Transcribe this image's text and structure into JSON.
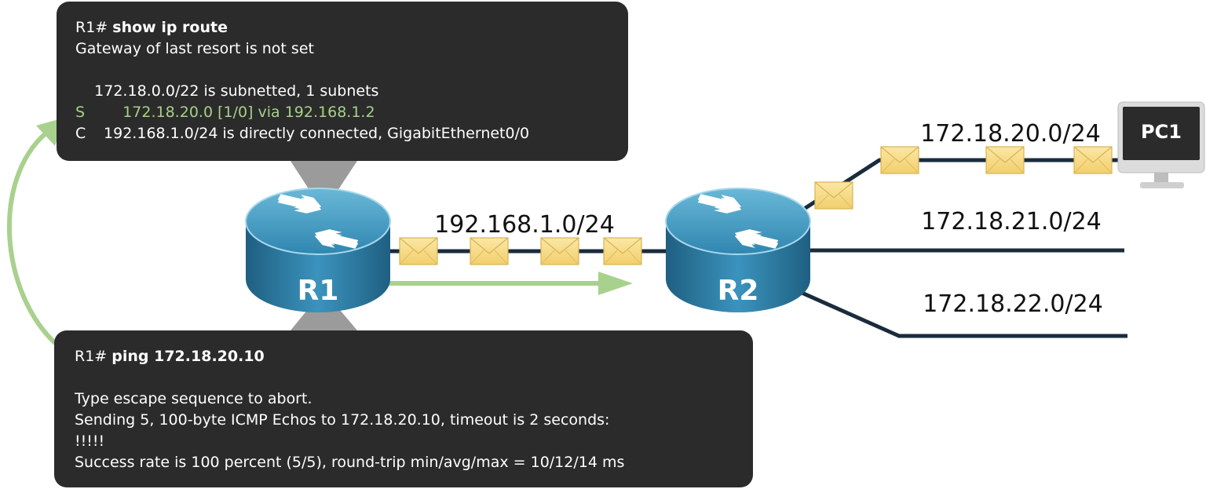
{
  "routers": {
    "r1": {
      "label": "R1"
    },
    "r2": {
      "label": "R2"
    }
  },
  "pc": {
    "label": "PC1"
  },
  "networks": {
    "link_r1_r2": "192.168.1.0/24",
    "net_20": "172.18.20.0/24",
    "net_21": "172.18.21.0/24",
    "net_22": "172.18.22.0/24"
  },
  "route_table": {
    "prompt": "R1#",
    "command": "show ip route",
    "lines": [
      "Gateway of last resort is not set",
      "",
      "172.18.0.0/22 is subnetted, 1 subnets"
    ],
    "static_route": {
      "code": "S",
      "text": "172.18.20.0 [1/0] via 192.168.1.2"
    },
    "connected_route": {
      "code": "C",
      "text": "192.168.1.0/24 is directly connected, GigabitEthernet0/0"
    }
  },
  "ping_output": {
    "prompt": "R1#",
    "command": "ping 172.18.20.10",
    "lines": [
      "",
      "Type escape sequence to abort.",
      "Sending 5, 100-byte ICMP Echos to 172.18.20.10, timeout is 2 seconds:",
      "!!!!!",
      "Success rate is 100 percent (5/5), round-trip min/avg/max = 10/12/14 ms"
    ]
  },
  "colors": {
    "accent_green": "#a6d189",
    "arrow_green": "#a9d18e",
    "panel_bg": "#2b2b2b",
    "router_blue": "#2e7fa6",
    "envelope": "#f6dc8a"
  }
}
